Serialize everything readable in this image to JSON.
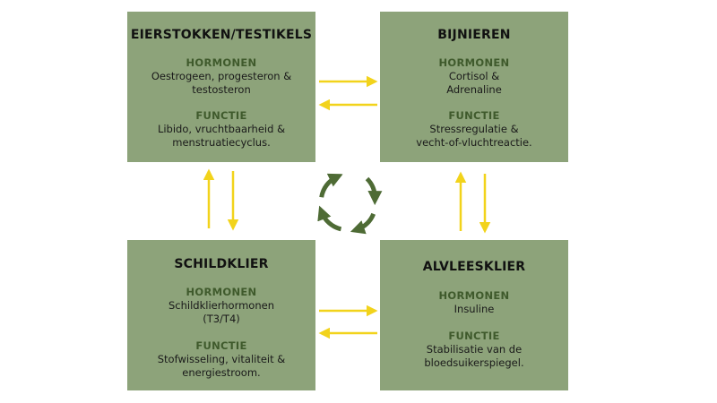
{
  "boxes": {
    "top_left": {
      "title": "EIERSTOKKEN/TESTIKELS",
      "hormones_label": "HORMONEN",
      "hormones_line1": "Oestrogeen, progesteron &",
      "hormones_line2": "testosteron",
      "function_label": "FUNCTIE",
      "function_line1": "Libido, vruchtbaarheid &",
      "function_line2": "menstruatiecyclus."
    },
    "top_right": {
      "title": "BIJNIEREN",
      "hormones_label": "HORMONEN",
      "hormones_line1": "Cortisol &",
      "hormones_line2": "Adrenaline",
      "function_label": "FUNCTIE",
      "function_line1": "Stressregulatie &",
      "function_line2": "vecht-of-vluchtreactie."
    },
    "bottom_left": {
      "title": "SCHILDKLIER",
      "hormones_label": "HORMONEN",
      "hormones_line1": "Schildklierhormonen",
      "hormones_line2": "(T3/T4)",
      "function_label": "FUNCTIE",
      "function_line1": "Stofwisseling, vitaliteit &",
      "function_line2": "energiestroom."
    },
    "bottom_right": {
      "title": "ALVLEESKLIER",
      "hormones_label": "HORMONEN",
      "hormones_line1": "Insuline",
      "function_label": "FUNCTIE",
      "function_line1": "Stabilisatie van de",
      "function_line2": "bloedsuikerspiegel."
    }
  },
  "colors": {
    "box_fill": "#8da37a",
    "subheading": "#3f5a2c",
    "arrow": "#f2d31b",
    "cycle": "#4e6b35"
  },
  "icons": {
    "center": "cycle-arrows-icon"
  }
}
